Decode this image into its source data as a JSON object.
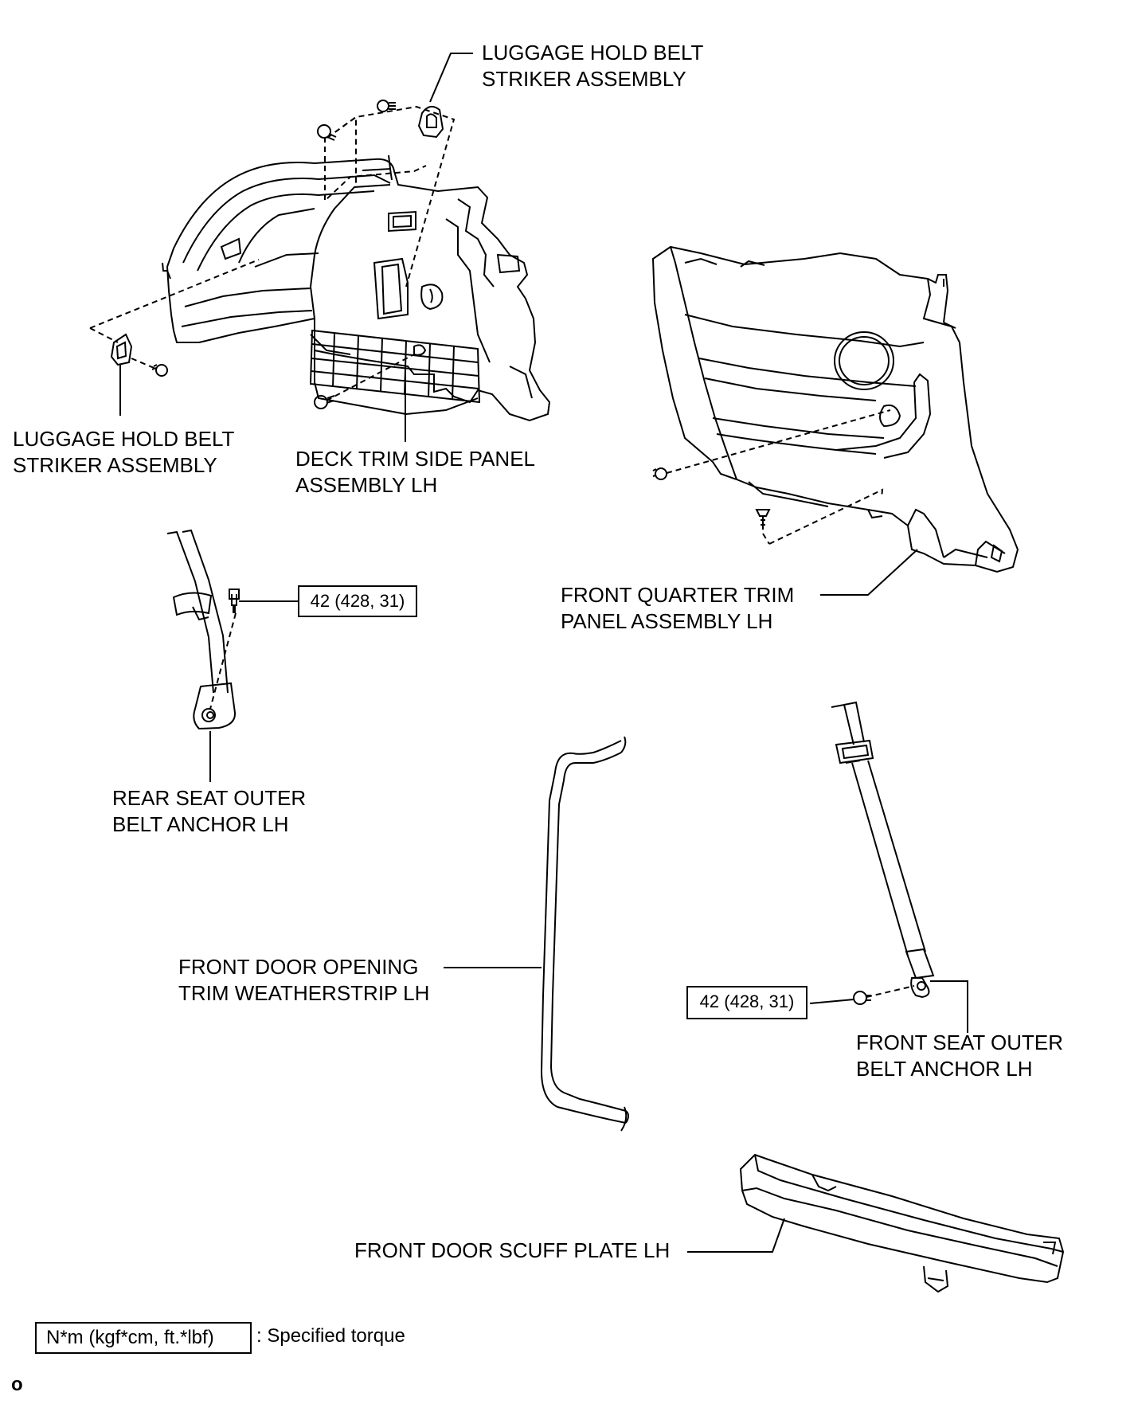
{
  "labels": {
    "striker_top_1": "LUGGAGE HOLD BELT",
    "striker_top_2": "STRIKER ASSEMBLY",
    "striker_left_1": "LUGGAGE HOLD BELT",
    "striker_left_2": "STRIKER ASSEMBLY",
    "deck_panel_1": "DECK TRIM SIDE PANEL",
    "deck_panel_2": "ASSEMBLY LH",
    "quarter_panel_1": "FRONT QUARTER TRIM",
    "quarter_panel_2": "PANEL ASSEMBLY LH",
    "rear_anchor_1": "REAR SEAT OUTER",
    "rear_anchor_2": "BELT ANCHOR LH",
    "weatherstrip_1": "FRONT DOOR OPENING",
    "weatherstrip_2": "TRIM WEATHERSTRIP LH",
    "front_anchor_1": "FRONT SEAT OUTER",
    "front_anchor_2": "BELT ANCHOR LH",
    "scuff_plate": "FRONT DOOR SCUFF PLATE LH"
  },
  "torque": {
    "rear_anchor": "42 (428, 31)",
    "front_anchor": "42 (428, 31)"
  },
  "legend": {
    "box": "N*m (kgf*cm, ft.*lbf)",
    "text": ": Specified torque"
  },
  "corner_mark": "o"
}
